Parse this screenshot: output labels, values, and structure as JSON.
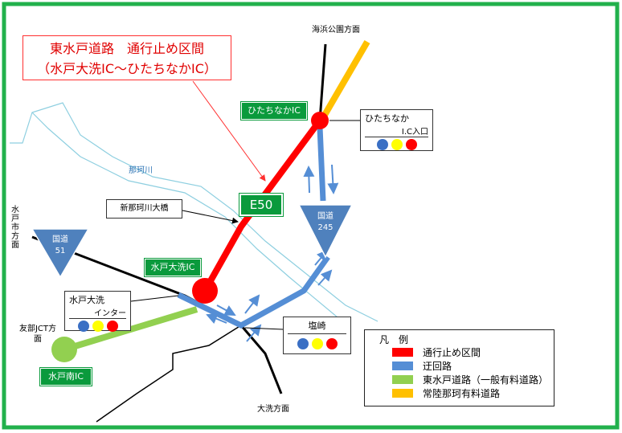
{
  "title": {
    "line1": "東水戸道路　通行止め区間",
    "line2": "（水戸大洗IC～ひたちなかIC）"
  },
  "places": {
    "kaihin": "海浜公園方面",
    "oarai": "大洗方面",
    "tomobe": "友部JCT方面",
    "mito": "水戸市方面",
    "river": "那珂川",
    "bridge": "新那珂川大橋"
  },
  "ic": {
    "hitachinaka": "ひたちなかIC",
    "mito_oarai": "水戸大洗IC",
    "mito_minami": "水戸南IC"
  },
  "expressway": "E50",
  "routes": {
    "r245_a": "国道",
    "r245_b": "245",
    "r51_a": "国道",
    "r51_b": "51"
  },
  "cards": [
    {
      "line1": "ひたちなか",
      "line2": "I.C入口"
    },
    {
      "line1": "水戸大洗",
      "line2": "インター"
    },
    {
      "line1": "塩崎",
      "line2": ""
    }
  ],
  "legend": {
    "title": "凡　例",
    "items": [
      {
        "label": "通行止め区間",
        "color": "#ff0000"
      },
      {
        "label": "迂回路",
        "color": "#558ed5"
      },
      {
        "label": "東水戸道路（一般有料道路）",
        "color": "#92d050"
      },
      {
        "label": "常陸那珂有料道路",
        "color": "#ffc000"
      }
    ]
  },
  "colors": {
    "frame": "#22b14c",
    "closed": "#ff0000",
    "detour": "#558ed5",
    "toll": "#92d050",
    "hitachi": "#ffc000",
    "river": "#8ecfe0"
  },
  "signal_colors": [
    "#3a6fc4",
    "#ffff00",
    "#ff0000"
  ]
}
